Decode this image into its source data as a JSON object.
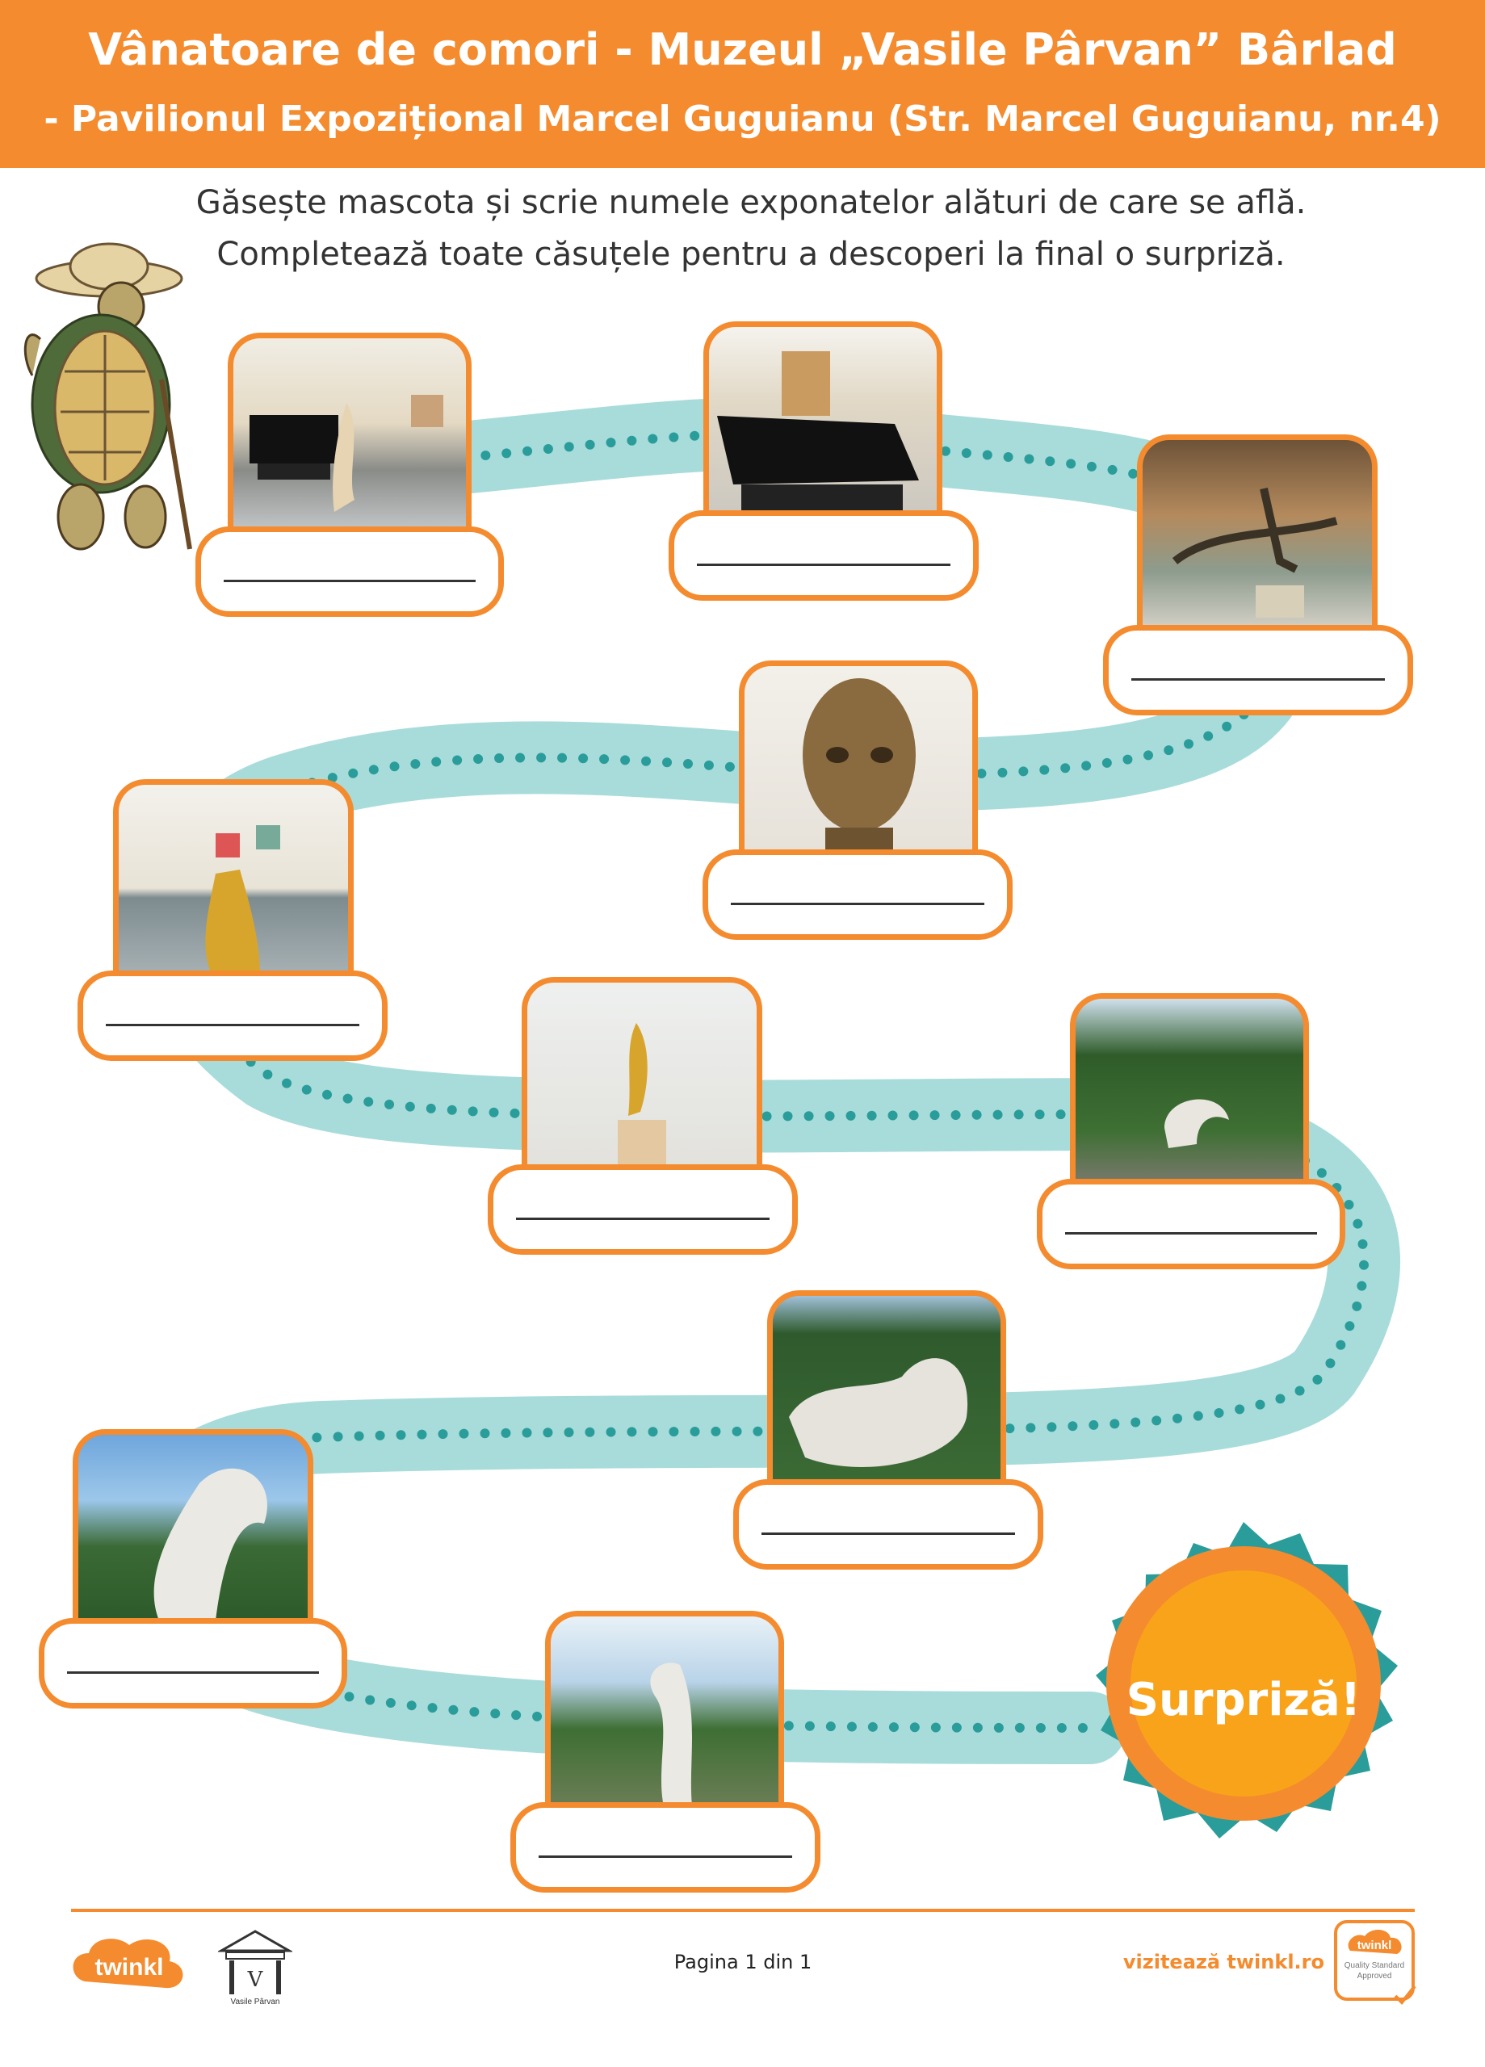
{
  "header": {
    "title_line1": "Vânatoare de comori - Muzeul „Vasile Pârvan” Bârlad",
    "title_line2": "- Pavilionul Expozițional Marcel Guguianu (Str. Marcel Guguianu, nr.4)"
  },
  "instructions": {
    "line1": "Găsește mascota și scrie numele exponatelor alături de care se află.",
    "line2": "Completează toate căsuțele pentru a descoperi la final o surpriză."
  },
  "icons": {
    "mascot": "tortoise-mascot-icon",
    "surprise": "starburst-icon",
    "brand": "twinkl-logo-icon",
    "museum": "museum-logo-icon",
    "quality": "quality-badge-icon"
  },
  "colors": {
    "accent": "#f48b2e",
    "path": "#a8dcdb",
    "path_dots": "#2a9d9a",
    "burst_outer": "#2a9d9a",
    "burst_inner": "#f9a31b"
  },
  "cards": [
    {
      "photo": "interior-piano-sculpture",
      "answer": ""
    },
    {
      "photo": "grand-piano-hall",
      "answer": ""
    },
    {
      "photo": "bronze-figures-window",
      "answer": ""
    },
    {
      "photo": "bronze-bust-portrait",
      "answer": ""
    },
    {
      "photo": "golden-sculpture-gallery",
      "answer": ""
    },
    {
      "photo": "golden-figure-pedestal",
      "answer": ""
    },
    {
      "photo": "white-sculpture-garden",
      "answer": ""
    },
    {
      "photo": "white-torso-trees",
      "answer": ""
    },
    {
      "photo": "white-bending-figure",
      "answer": ""
    },
    {
      "photo": "white-figure-park",
      "answer": ""
    }
  ],
  "surprise": {
    "label": "Surpriză!"
  },
  "footer": {
    "brand": "twinkl",
    "museum_name": "Vasile Pârvan",
    "page": "Pagina 1 din 1",
    "visit": "vizitează twinkl.ro",
    "quality_brand": "twinkl",
    "quality_text": "Quality Standard Approved"
  }
}
